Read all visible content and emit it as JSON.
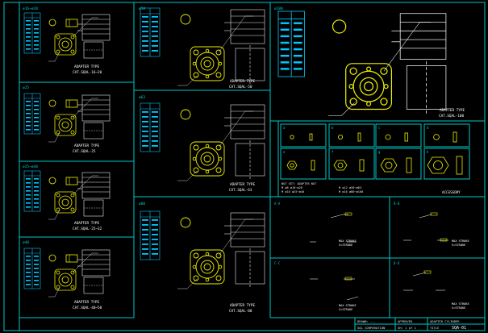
{
  "colors": {
    "background": "#000000",
    "frame": "#00c8c8",
    "table_text": "#00c8ff",
    "part_outline": "#f0f000",
    "leader": "#ffffff",
    "note_text": "#e0e0e0"
  },
  "panels": [
    {
      "label": "ø16~ø20",
      "caption_l1": "ADAPTER TYPE",
      "caption_l2": "CAT.SQAL-16~20"
    },
    {
      "label": "ø25",
      "caption_l1": "ADAPTER TYPE",
      "caption_l2": "CAT.SQAL-25"
    },
    {
      "label": "ø25~ø40",
      "caption_l1": "ADAPTER TYPE",
      "caption_l2": "CAT.SQAL-25~32"
    },
    {
      "label": "ø40",
      "caption_l1": "ADAPTER TYPE",
      "caption_l2": "CAT.SQAL-40~50"
    },
    {
      "label": "ø50",
      "caption_l1": "ADAPTER TYPE",
      "caption_l2": "CAT.SQAL-50"
    },
    {
      "label": "ø63",
      "caption_l1": "ADAPTER TYPE",
      "caption_l2": "CAT.SQAL-63"
    },
    {
      "label": "ø80",
      "caption_l1": "ADAPTER TYPE",
      "caption_l2": "CAT.SQAL-80"
    },
    {
      "label": "ø100",
      "caption_l1": "ADAPTER TYPE",
      "caption_l2": "CAT.SQAL-100"
    }
  ],
  "accessory": {
    "caption": "ACCESSORY",
    "cells": [
      "a",
      "b",
      "c",
      "d",
      "e",
      "f",
      "g",
      "h"
    ],
    "notes": [
      "NUT SET: ADAPTER NUT",
      "M ø8 ø16~ø20",
      "M ø10 ø25~ø40",
      "M ø12 ø50~ø63",
      "M ø16 ø80~ø100"
    ]
  },
  "details": [
    {
      "label": "A-A",
      "note_l1": "MAX STROKE",
      "note_l2": "S=STROKE"
    },
    {
      "label": "B-B",
      "note_l1": "MAX STROKE",
      "note_l2": "S=STROKE"
    },
    {
      "label": "C-C",
      "note_l1": "MAX STROKE",
      "note_l2": "S=STROKE"
    },
    {
      "label": "D-D",
      "note_l1": "MAX STROKE",
      "note_l2": "S=STROKE"
    }
  ],
  "title_block": {
    "drawn": "DRAWN: ---",
    "approved": "APPROVED",
    "company": "SQL CORPORATION",
    "sheet": "SH: 1 of 1",
    "title": "ADAPTER CYLINDER",
    "title_label": "TITLE",
    "drawing_no": "SQA-01"
  }
}
